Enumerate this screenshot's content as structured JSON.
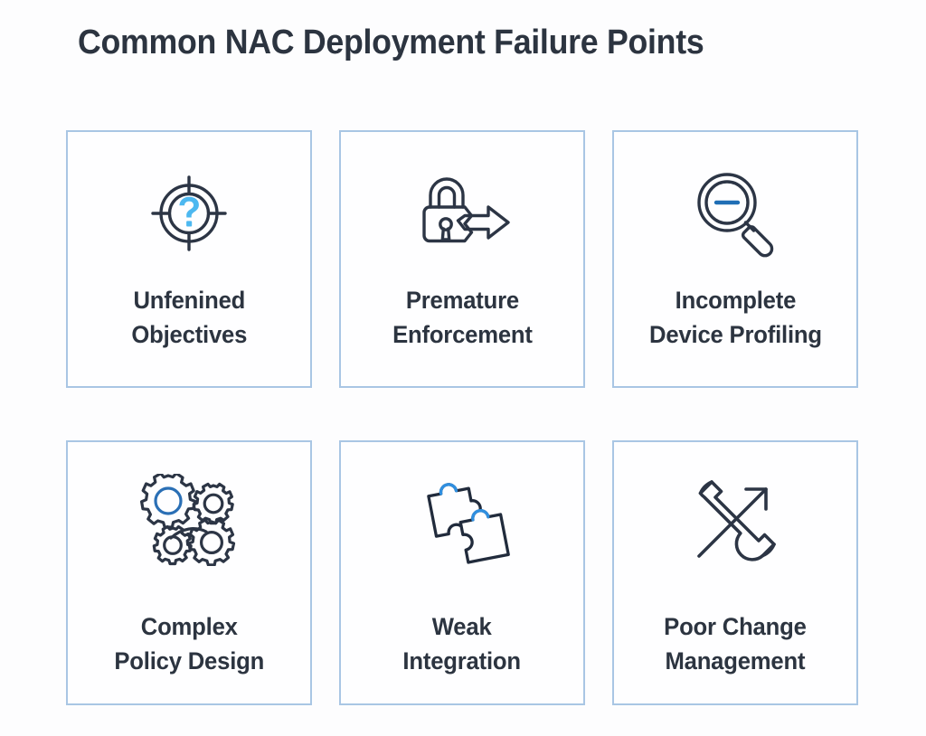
{
  "page": {
    "title": "Common NAC Deployment Failure Points",
    "background_color": "#fdfdfe"
  },
  "theme": {
    "title_color": "#2c3440",
    "label_color": "#2c3440",
    "card_border_color": "#a9c6e4",
    "card_background": "#fefeff",
    "icon_stroke_color": "#2c3545",
    "icon_accent_light_blue": "#4db8f0",
    "icon_accent_blue": "#1f6eb5",
    "icon_accent_mid_blue": "#2a79c8"
  },
  "cards": [
    {
      "icon": "target-question-icon",
      "label_line1": "Unfenined",
      "label_line2": "Objectives"
    },
    {
      "icon": "padlock-arrow-icon",
      "label_line1": "Premature",
      "label_line2": "Enforcement"
    },
    {
      "icon": "magnifier-minus-icon",
      "label_line1": "Incomplete",
      "label_line2": "Device Profiling"
    },
    {
      "icon": "gears-icon",
      "label_line1": "Complex",
      "label_line2": "Policy Design"
    },
    {
      "icon": "puzzle-pieces-icon",
      "label_line1": "Weak",
      "label_line2": "Integration"
    },
    {
      "icon": "wrench-arrow-icon",
      "label_line1": "Poor Change",
      "label_line2": "Management"
    }
  ]
}
